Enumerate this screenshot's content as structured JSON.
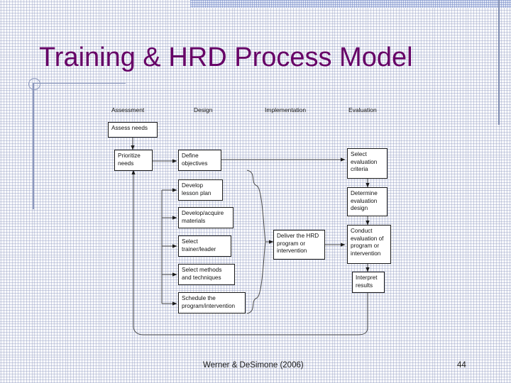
{
  "slide": {
    "title": "Training & HRD Process Model",
    "title_color": "#660066"
  },
  "diagram": {
    "phases": [
      {
        "label": "Assessment"
      },
      {
        "label": "Design"
      },
      {
        "label": "Implementation"
      },
      {
        "label": "Evaluation"
      }
    ],
    "nodes": [
      {
        "id": "assess-needs",
        "label": "Assess needs"
      },
      {
        "id": "prioritize-needs",
        "label": "Prioritize needs"
      },
      {
        "id": "define-objectives",
        "label": "Define objectives"
      },
      {
        "id": "develop-lesson-plan",
        "label": "Develop lesson plan"
      },
      {
        "id": "develop-materials",
        "label": "Develop/acquire materials"
      },
      {
        "id": "select-trainer",
        "label": "Select trainer/leader"
      },
      {
        "id": "select-methods",
        "label": "Select methods and techniques"
      },
      {
        "id": "schedule-program",
        "label": "Schedule the program/intervention"
      },
      {
        "id": "deliver-program",
        "label": "Deliver the HRD program or intervention"
      },
      {
        "id": "select-criteria",
        "label": "Select evaluation criteria"
      },
      {
        "id": "determine-design",
        "label": "Determine evaluation design"
      },
      {
        "id": "conduct-evaluation",
        "label": "Conduct evaluation of program or intervention"
      },
      {
        "id": "interpret-results",
        "label": "Interpret results"
      }
    ]
  },
  "footer": {
    "citation": "Werner & DeSimone (2006)",
    "page_number": "44"
  }
}
